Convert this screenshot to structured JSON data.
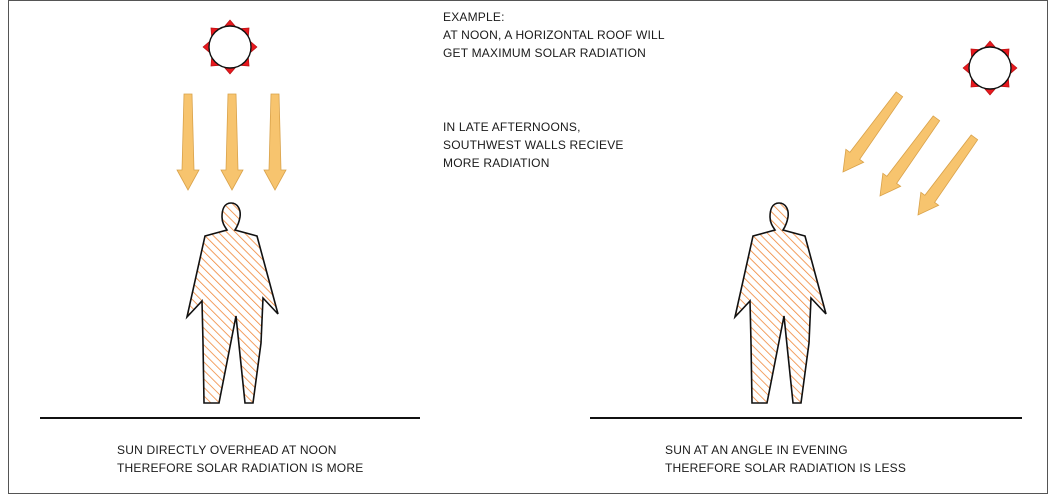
{
  "example": {
    "heading": "EXAMPLE:",
    "lines": [
      "AT NOON, A HORIZONTAL ROOF WILL",
      "GET MAXIMUM SOLAR RADIATION"
    ]
  },
  "afternoon": {
    "lines": [
      "IN LATE AFTERNOONS,",
      "SOUTHWEST WALLS RECIEVE",
      "MORE RADIATION"
    ]
  },
  "left_caption": {
    "lines": [
      "SUN DIRECTLY OVERHEAD AT NOON",
      "THEREFORE SOLAR RADIATION IS MORE"
    ]
  },
  "right_caption": {
    "lines": [
      "SUN AT AN ANGLE IN EVENING",
      "THEREFORE SOLAR RADIATION IS LESS"
    ]
  },
  "colors": {
    "ray": "#f7c46e",
    "ray_edge": "#d9a24a",
    "sun_rays": "#e8191f",
    "hatch": "#f0883a"
  }
}
